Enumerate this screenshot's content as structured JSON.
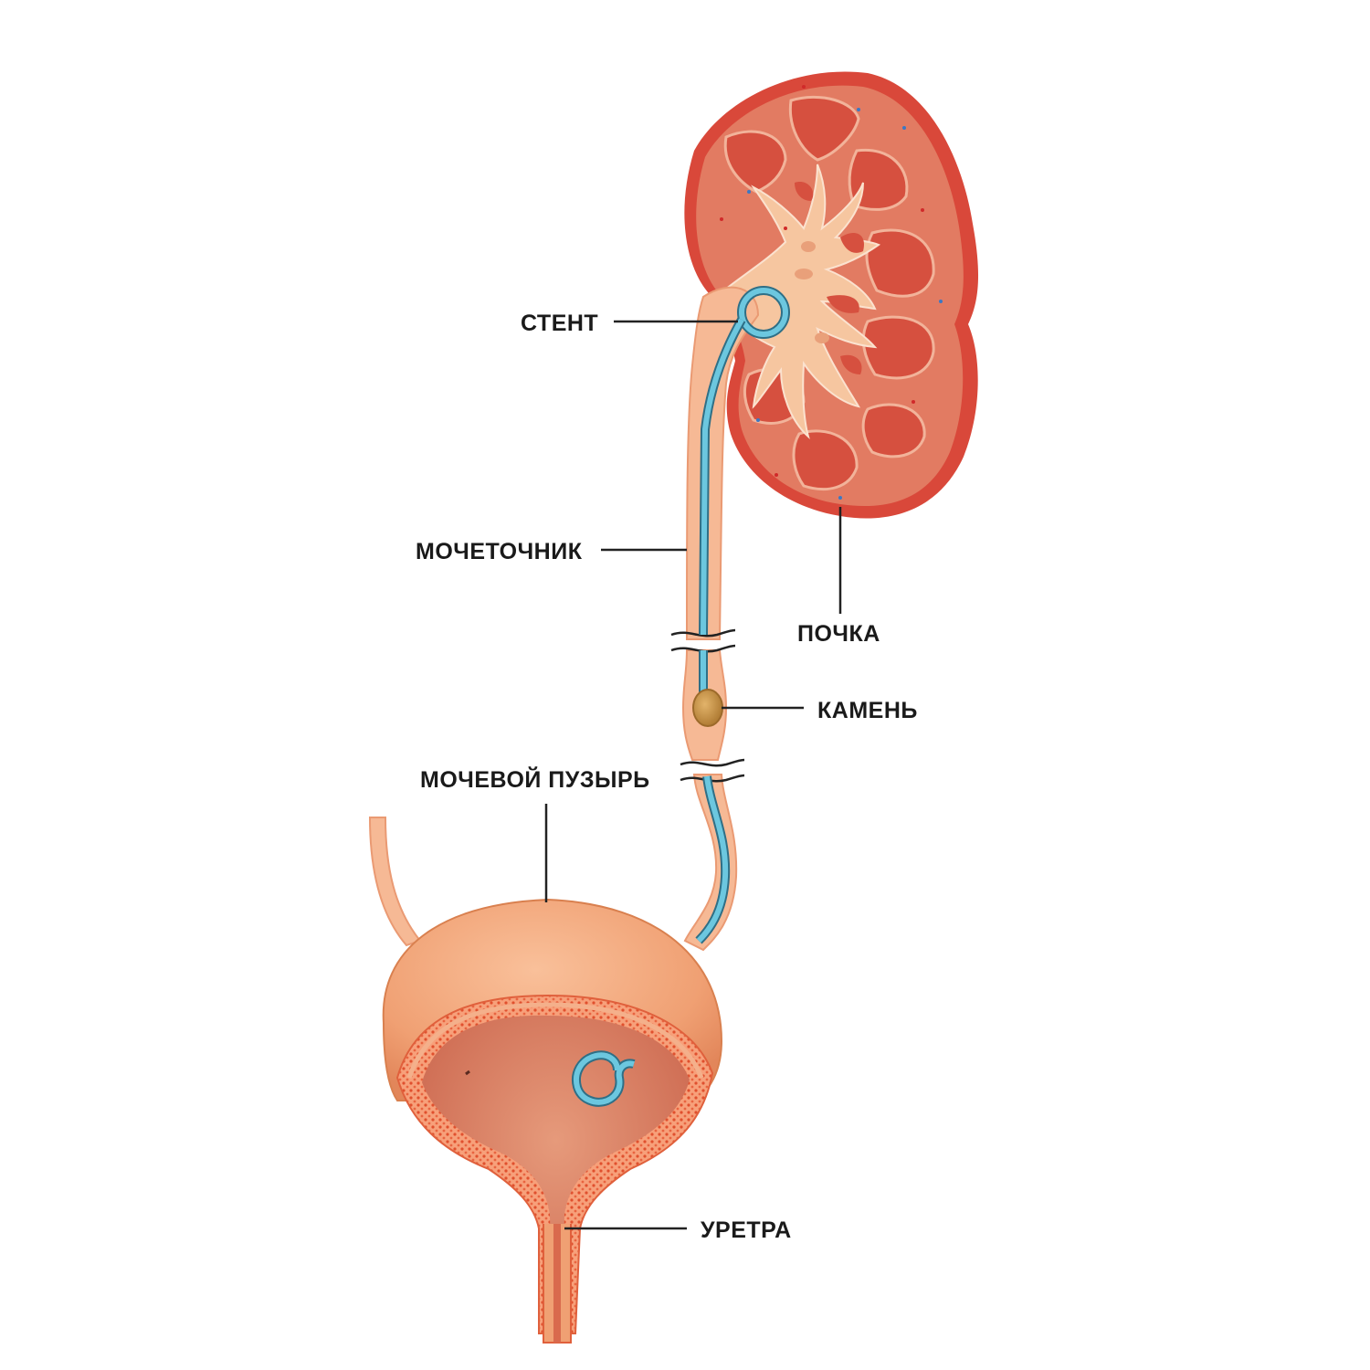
{
  "labels": {
    "stent": "СТЕНТ",
    "ureter": "МОЧЕТОЧНИК",
    "kidney": "ПОЧКА",
    "stone": "КАМЕНЬ",
    "bladder": "МОЧЕВОЙ ПУЗЫРЬ",
    "urethra": "УРЕТРА"
  },
  "colors": {
    "kidney_outer": "#d9483a",
    "kidney_cortex": "#e27b62",
    "pyramid": "#d6503f",
    "pelvis": "#f6c6a0",
    "bladder": "#f2a077",
    "stent": "#5bb7d1",
    "stone": "#c99a4a"
  }
}
